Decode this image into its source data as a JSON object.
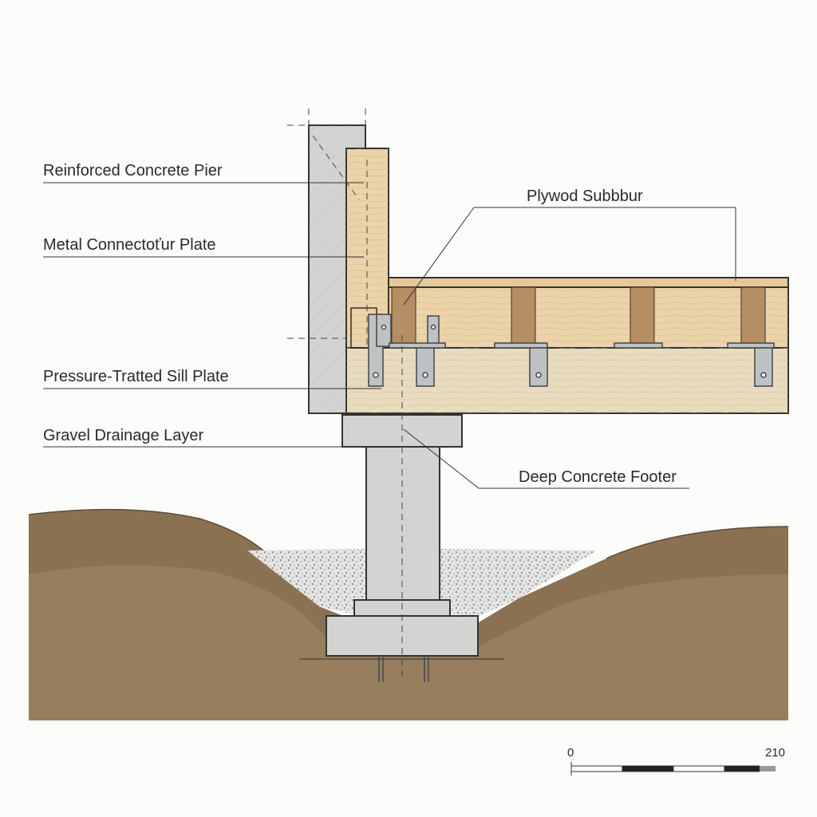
{
  "labels": {
    "pier": "Reinforced Concrete Pier",
    "connector": "Metal Connectoťur Plate",
    "sill": "Pressure-Tratted Sill Plate",
    "gravel": "Gravel Drainage Layer",
    "subfloor": "Plywod Subbbur",
    "footer": "Deep Concrete Footer"
  },
  "scale_bar": {
    "start": "0",
    "end": "210"
  },
  "colors": {
    "concrete": "#d3d3d1",
    "wood_light": "#ecd3a9",
    "wood_sill": "#e8dcc0",
    "joist": "#b58e63",
    "soil": "#8a7152",
    "soil_light": "#a38965",
    "gravel": "#cfcfcf",
    "metal": "#bfc2c4",
    "line": "#333333"
  }
}
